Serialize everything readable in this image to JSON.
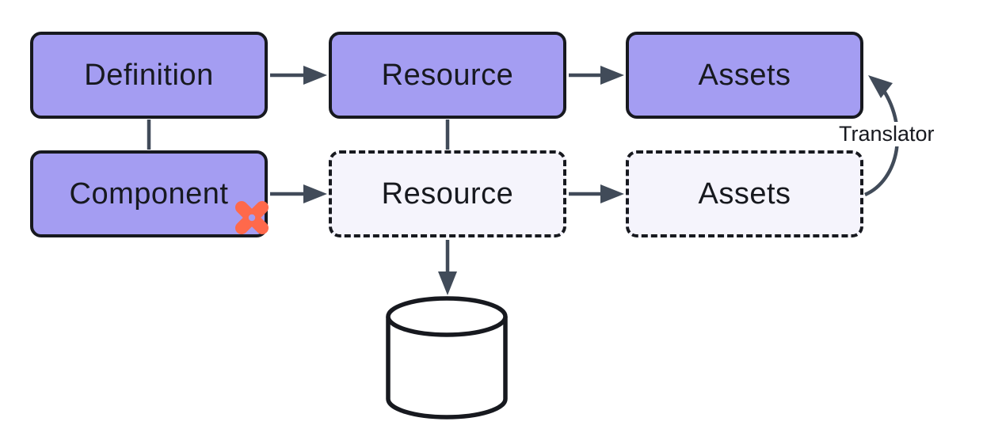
{
  "colors": {
    "canvas-bg": "#ffffff",
    "node-purple": "#a49df2",
    "node-light": "#f5f4fc",
    "node-border": "#17191f",
    "wire": "#414b59",
    "dbt-orange": "#ff694b",
    "text": "#17191f"
  },
  "diagram": {
    "nodes": {
      "definition": {
        "label": "Definition",
        "style": "solid"
      },
      "resource_solid": {
        "label": "Resource",
        "style": "solid"
      },
      "assets_solid": {
        "label": "Assets",
        "style": "solid"
      },
      "component": {
        "label": "Component",
        "style": "solid",
        "badge_icon": "dbt-logo-icon"
      },
      "resource_dashed": {
        "label": "Resource",
        "style": "dashed"
      },
      "assets_dashed": {
        "label": "Assets",
        "style": "dashed"
      }
    },
    "annotations": {
      "translator_label": "Translator"
    },
    "icons": {
      "component_badge": "dbt-logo-icon",
      "database": "database-cylinder-icon"
    },
    "edges": [
      {
        "from": "definition",
        "to": "resource_solid",
        "type": "arrow"
      },
      {
        "from": "resource_solid",
        "to": "assets_solid",
        "type": "arrow"
      },
      {
        "from": "definition",
        "to": "component",
        "type": "line"
      },
      {
        "from": "resource_solid",
        "to": "resource_dashed",
        "type": "line"
      },
      {
        "from": "component",
        "to": "resource_dashed",
        "type": "arrow"
      },
      {
        "from": "resource_dashed",
        "to": "assets_dashed",
        "type": "arrow"
      },
      {
        "from": "resource_dashed",
        "to": "database",
        "type": "arrow"
      },
      {
        "from": "assets_dashed",
        "to": "assets_solid",
        "type": "curved-arrow",
        "label": "Translator"
      }
    ]
  }
}
